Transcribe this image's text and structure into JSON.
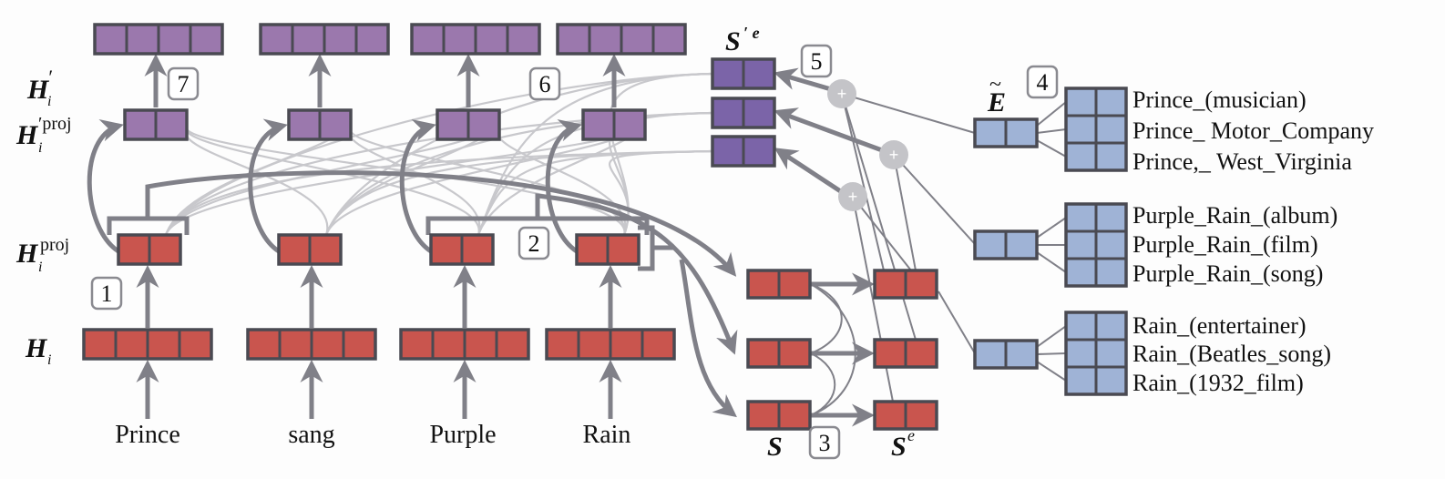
{
  "row_labels": {
    "h_prime": {
      "base": "H",
      "sub": "i",
      "sup": "′"
    },
    "h_prime_proj": {
      "base": "H",
      "sub": "i",
      "sup": "′proj"
    },
    "h_proj": {
      "base": "H",
      "sub": "i",
      "sup": "proj"
    },
    "h": {
      "base": "H",
      "sub": "i",
      "sup": ""
    }
  },
  "words": [
    "Prince",
    "sang",
    "Purple",
    "Rain"
  ],
  "step_badges": [
    "1",
    "2",
    "3",
    "4",
    "5",
    "6",
    "7"
  ],
  "span_labels": {
    "s": {
      "base": "S",
      "sup": ""
    },
    "s_e": {
      "base": "S",
      "sup": "e"
    },
    "s_prime_e": {
      "base": "S",
      "sup": "′ e"
    },
    "e_tilde": {
      "base": "E",
      "accent": "~"
    }
  },
  "entity_candidates": [
    {
      "mention": "Prince",
      "candidates": [
        "Prince_(musician)",
        "Prince_ Motor_Company",
        "Prince,_ West_Virginia"
      ]
    },
    {
      "mention": "Purple Rain",
      "candidates": [
        "Purple_Rain_(album)",
        "Purple_Rain_(film)",
        "Purple_Rain_(song)"
      ]
    },
    {
      "mention": "Rain",
      "candidates": [
        "Rain_(entertainer)",
        "Rain_(Beatles_song)",
        "Rain_(1932_film)"
      ]
    }
  ],
  "plus_symbol": "+",
  "colors": {
    "red_fill": "#c9554e",
    "purple_fill": "#9b78ad",
    "violet_fill": "#7b64a8",
    "blue_fill": "#9fb3d6",
    "box_stroke": "#4a4a52",
    "arrow": "#808088",
    "light_line": "#c8c8cc",
    "plus_circle": "#c4c4c8"
  }
}
